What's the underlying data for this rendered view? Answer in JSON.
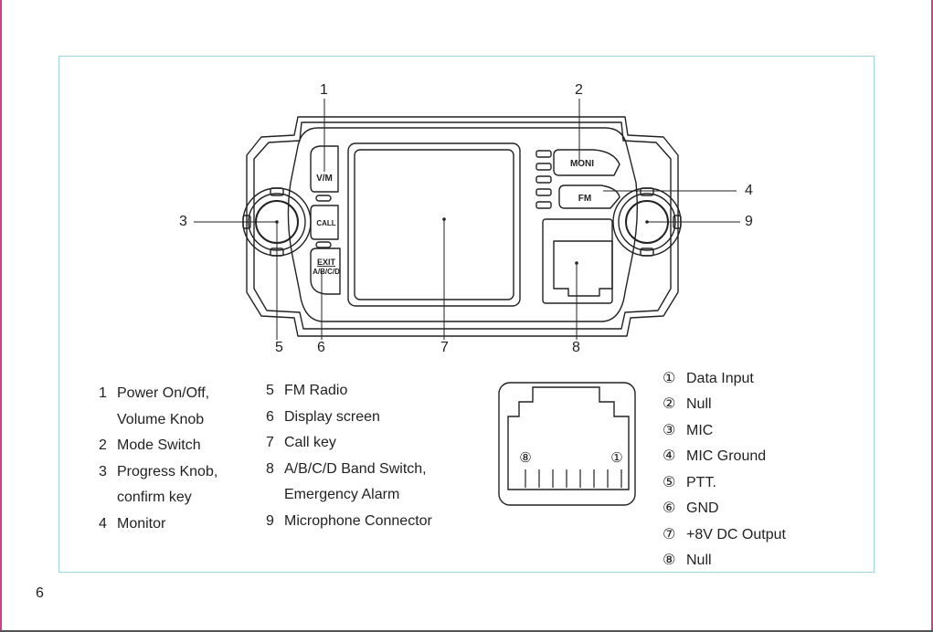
{
  "callouts": {
    "c1": "1",
    "c2": "2",
    "c3": "3",
    "c4": "4",
    "c5": "5",
    "c6": "6",
    "c7": "7",
    "c8": "8",
    "c9": "9"
  },
  "keys": {
    "vm": "V/M",
    "moni": "MONI",
    "call": "CALL",
    "exit": "EXIT",
    "abcd": "A/B/C/D",
    "fm": "FM"
  },
  "legend_left": [
    {
      "num": "1",
      "text": "Power On/Off,"
    },
    {
      "num": "",
      "text": "Volume Knob"
    },
    {
      "num": "2",
      "text": "Mode Switch"
    },
    {
      "num": "3",
      "text": "Progress Knob,"
    },
    {
      "num": "",
      "text": "confirm key"
    },
    {
      "num": "4",
      "text": "Monitor"
    }
  ],
  "legend_mid": [
    {
      "num": "5",
      "text": "FM Radio"
    },
    {
      "num": "6",
      "text": "Display screen"
    },
    {
      "num": "7",
      "text": "Call key"
    },
    {
      "num": "8",
      "text": "A/B/C/D Band Switch,"
    },
    {
      "num": "",
      "text": "Emergency Alarm"
    },
    {
      "num": "9",
      "text": "Microphone Connector"
    }
  ],
  "connector": {
    "pin_left": "⑧",
    "pin_right": "①"
  },
  "pins": [
    {
      "num": "①",
      "text": "Data Input"
    },
    {
      "num": "②",
      "text": "Null"
    },
    {
      "num": "③",
      "text": "MIC"
    },
    {
      "num": "④",
      "text": "MIC Ground"
    },
    {
      "num": "⑤",
      "text": "PTT."
    },
    {
      "num": "⑥",
      "text": "GND"
    },
    {
      "num": "⑦",
      "text": "+8V DC Output"
    },
    {
      "num": "⑧",
      "text": "Null"
    }
  ],
  "page_number": "6"
}
